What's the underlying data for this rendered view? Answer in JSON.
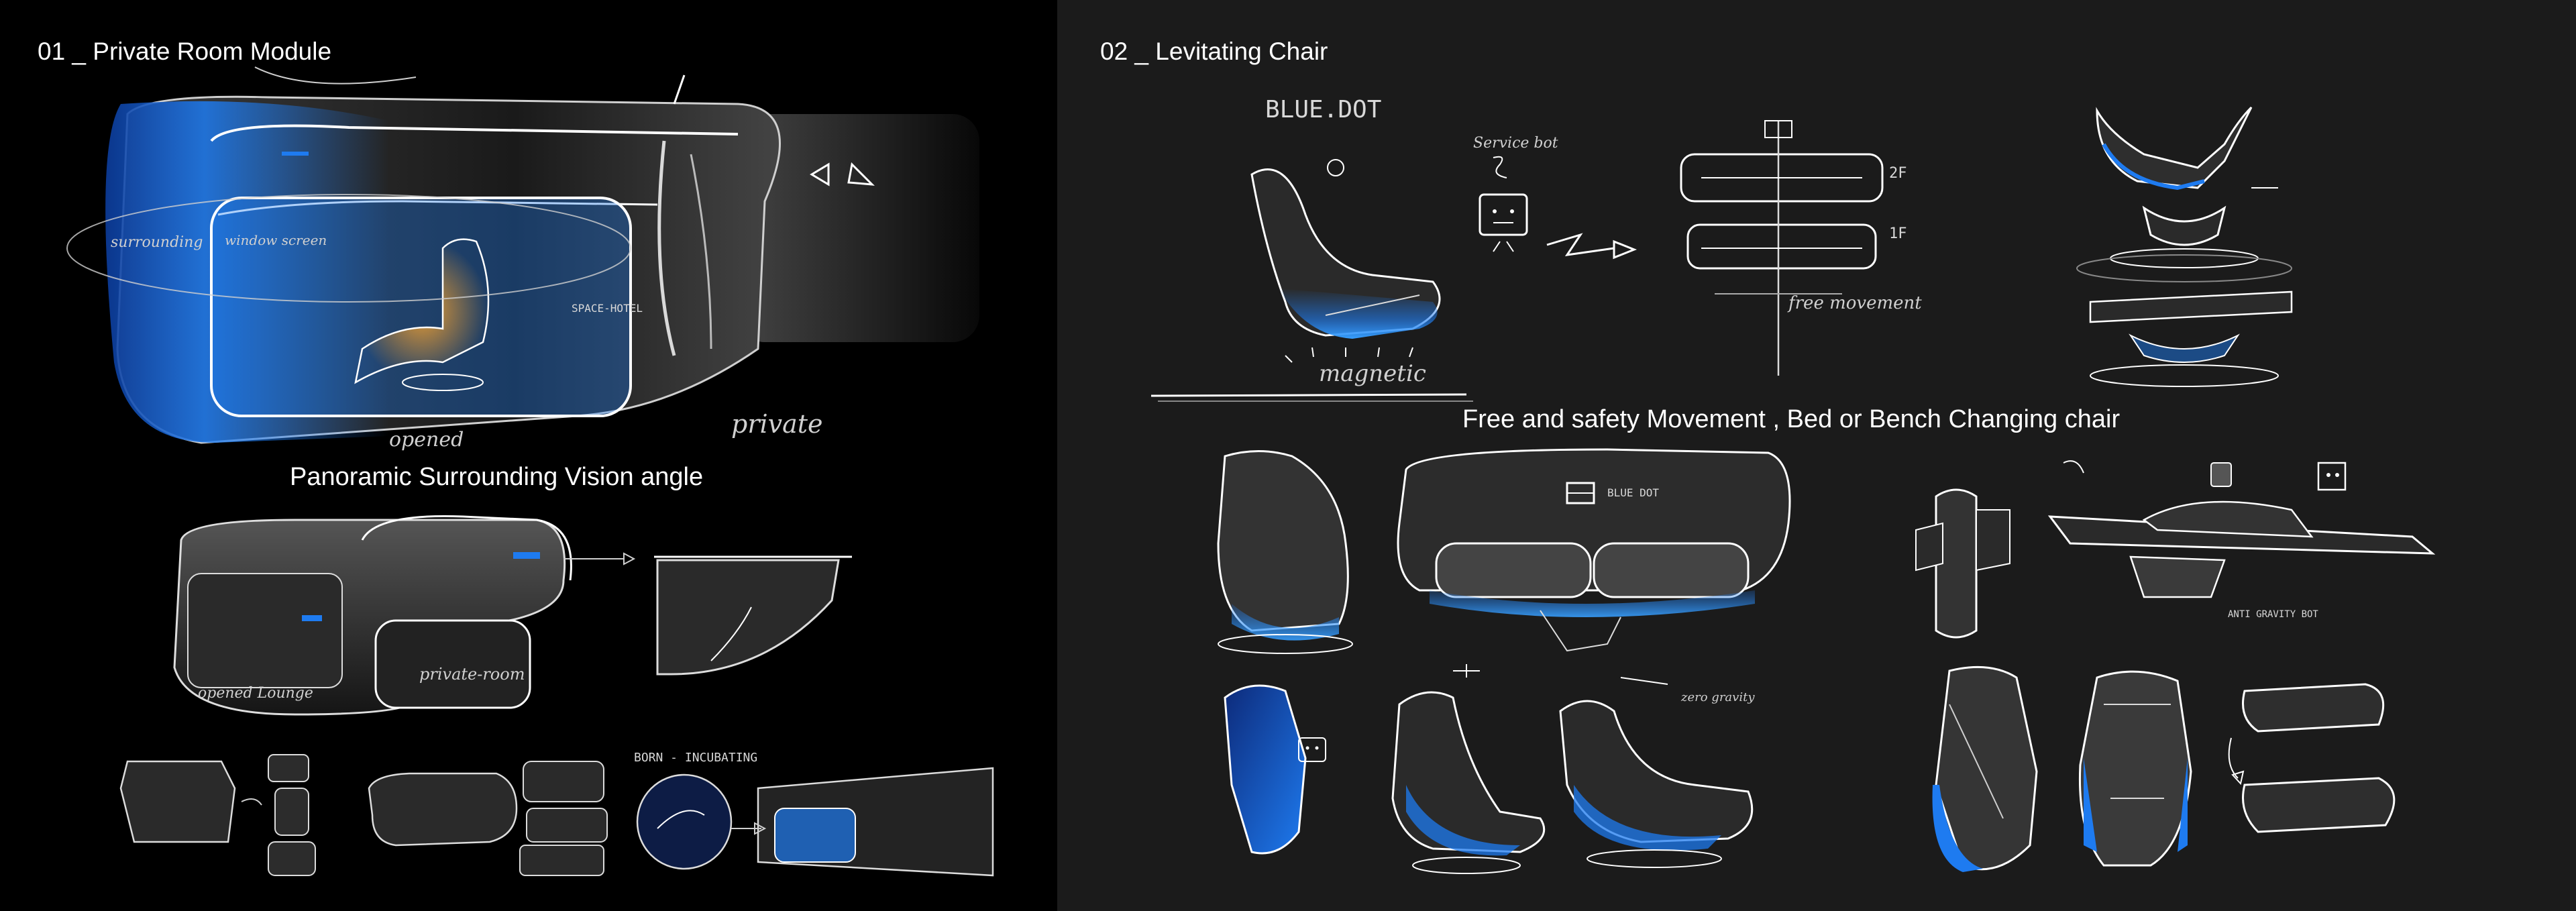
{
  "left_panel": {
    "title": "01 _ Private Room Module",
    "caption": "Panoramic Surrounding Vision angle",
    "notes": {
      "surrounding": "surrounding",
      "window_screen": "window screen",
      "space_hotel": "SPACE-HOTEL",
      "opened": "opened",
      "private": "private",
      "opened_lounge": "opened Lounge",
      "private_room": "private-room",
      "born_incubating": "BORN - INCUBATING"
    }
  },
  "right_panel": {
    "title": "02 _ Levitating Chair",
    "caption": "Free and safety Movement ,  Bed or Bench Changing chair",
    "notes": {
      "brand": "BLUE.DOT",
      "service_bot": "Service bot",
      "magnetic": "magnetic",
      "floor_2f": "2F",
      "floor_1f": "1F",
      "free_movement": "free movement",
      "bluedot_small": "BLUE DOT",
      "zero_gravity": "zero gravity",
      "anti_gravity_bot": "ANTI GRAVITY BOT"
    }
  },
  "colors": {
    "left_background": "#000000",
    "right_background": "#1b1b1b",
    "accent_blue": "#1e7bf0",
    "accent_orange": "#f0a030",
    "text": "#ffffff"
  }
}
